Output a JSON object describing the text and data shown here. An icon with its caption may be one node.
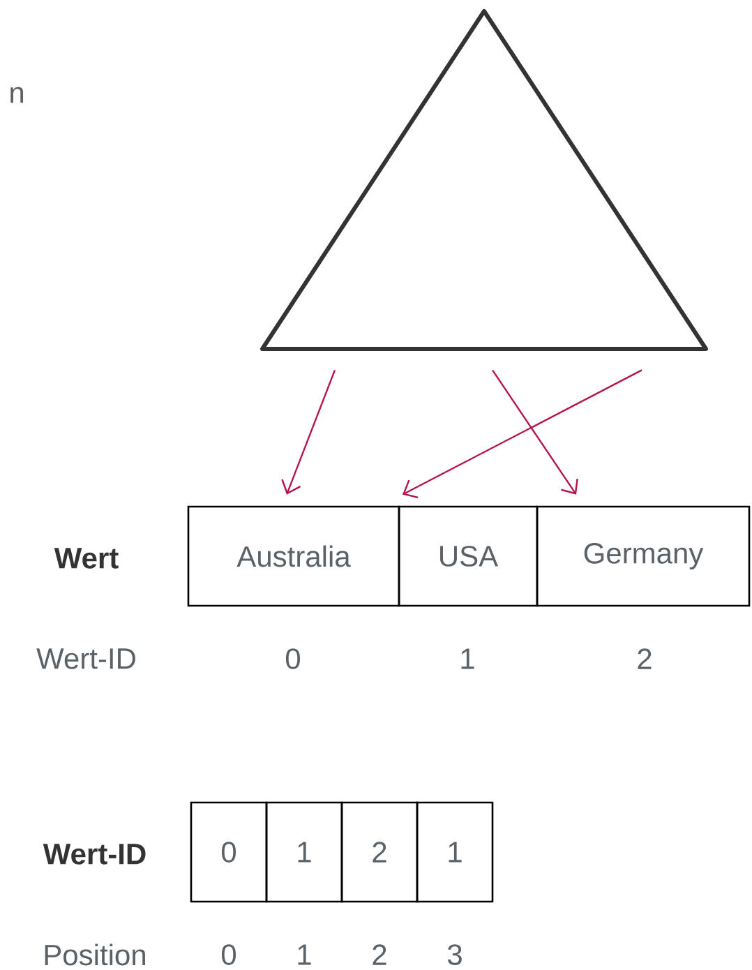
{
  "diagram": {
    "nodes": [
      {
        "text": [],
        "shape": "triangle"
      },
      {
        "text": [
          "Australia"
        ]
      },
      {
        "text": [
          "USA"
        ]
      },
      {
        "text": [
          "Germany"
        ]
      },
      {
        "text": [
          "0"
        ]
      },
      {
        "text": [
          "1"
        ]
      },
      {
        "text": [
          "2"
        ]
      },
      {
        "text": [
          "1"
        ]
      }
    ],
    "edges": [
      {
        "from": 0,
        "to": 1,
        "arrow": "to",
        "color": "#b5124f"
      },
      {
        "from": 0,
        "to": 2,
        "arrow": "to",
        "color": "#b5124f"
      },
      {
        "from": 0,
        "to": 3,
        "arrow": "to",
        "color": "#b5124f"
      }
    ],
    "labels": [
      "n",
      "Wert",
      "Wert-ID",
      "0",
      "1",
      "2",
      "Wert-ID",
      "Position",
      "0",
      "1",
      "2",
      "3"
    ]
  }
}
